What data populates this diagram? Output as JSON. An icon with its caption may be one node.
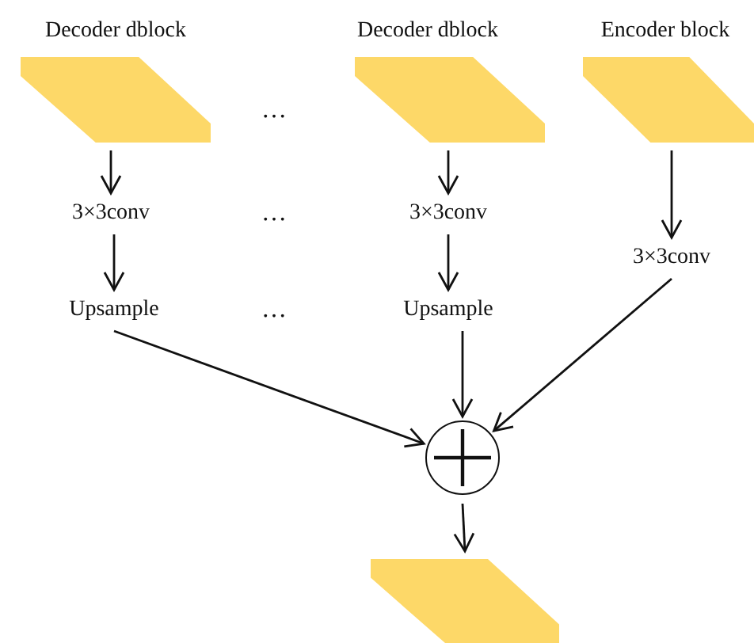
{
  "diagram": {
    "nodes": [
      {
        "text": [
          "Decoder dblock"
        ]
      },
      {
        "text": [
          "Decoder dblock"
        ]
      },
      {
        "text": [
          "Encoder block"
        ]
      },
      {
        "text": [
          "3×3conv"
        ]
      },
      {
        "text": [
          "3×3conv"
        ]
      },
      {
        "text": [
          "3×3conv"
        ]
      },
      {
        "text": [
          "Upsample"
        ]
      },
      {
        "text": [
          "Upsample"
        ]
      },
      {
        "text": [],
        "shape": "circle"
      },
      {
        "text": [],
        "shape": "parallelogram"
      }
    ],
    "edges": [
      {
        "from": 0,
        "to": 3,
        "arrow": "to"
      },
      {
        "from": 3,
        "to": 6,
        "arrow": "to"
      },
      {
        "from": 1,
        "to": 4,
        "arrow": "to"
      },
      {
        "from": 4,
        "to": 7,
        "arrow": "to"
      },
      {
        "from": 2,
        "to": 5,
        "arrow": "to"
      },
      {
        "from": 6,
        "to": 8,
        "arrow": "to"
      },
      {
        "from": 7,
        "to": 8,
        "arrow": "to"
      },
      {
        "from": 5,
        "to": 8,
        "arrow": "to"
      },
      {
        "from": 8,
        "to": 9,
        "arrow": "to"
      }
    ],
    "labels": [
      "…",
      "…",
      "…"
    ]
  }
}
